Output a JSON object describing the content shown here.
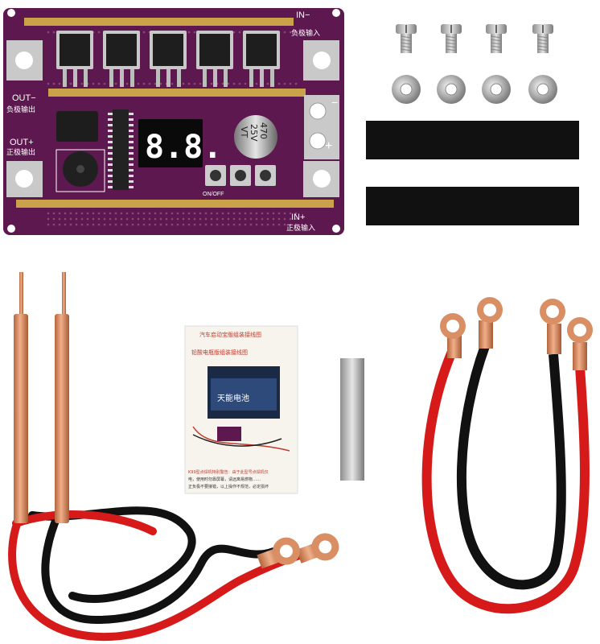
{
  "board": {
    "in_minus_label": "IN−",
    "in_minus_cn": "负极输入",
    "in_plus_label": "IN+",
    "in_plus_cn": "正极输入",
    "out_minus_label": "OUT−",
    "out_minus_cn": "负极输出",
    "out_plus_label": "OUT+",
    "out_plus_cn": "正极输出",
    "display_value": "8.8.",
    "cap_line1": "470",
    "cap_line2": "25V",
    "cap_line3": "VT",
    "onoff_label": "ON/OFF",
    "terminal_minus": "−",
    "terminal_plus": "+",
    "colors": {
      "pcb": "#5e1850",
      "trace": "#c9a24a",
      "pad": "#c9c9c9"
    }
  },
  "manual": {
    "header": "汽车启动宝版组装接线图",
    "subheader": "铅酸电瓶版组装接线图",
    "battery_brand": "天能电池",
    "footer_line1": "K99型点焊机特别警告：由于此型号点焊机仅",
    "footer_line2": "电，使用时勿靠屏幕，请远离易燃物……",
    "footer_line3": "正负极不要接错，以上操作不规范，必定损坏"
  },
  "accessories": {
    "screw_count": 4,
    "washer_count": 4,
    "tape_strip_count": 2
  },
  "colors": {
    "red_cable": "#d61a1a",
    "black_cable": "#111111",
    "copper": "#d98e63"
  }
}
